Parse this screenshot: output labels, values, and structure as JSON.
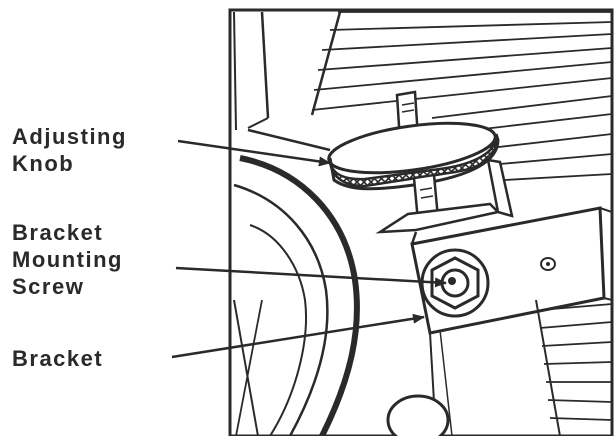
{
  "labels": {
    "adjusting_knob": "Adjusting\nKnob",
    "bracket_mounting_screw": "Bracket\nMounting\nScrew",
    "bracket": "Bracket"
  },
  "colors": {
    "ink": "#2a2a2a",
    "paper": "#ffffff"
  }
}
